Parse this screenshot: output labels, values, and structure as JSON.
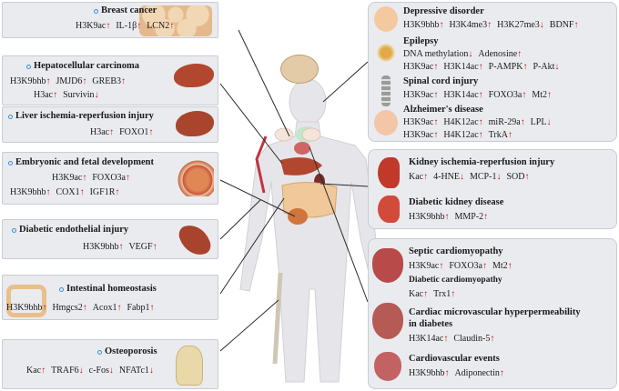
{
  "panels": {
    "breast_cancer": {
      "title": "Breast cancer",
      "lines": [
        [
          [
            "H3K9ac",
            "up"
          ],
          [
            "IL-1β",
            "up"
          ],
          [
            "LCN2",
            "up"
          ]
        ]
      ]
    },
    "hcc": {
      "title": "Hepatocellular carcinoma",
      "lines": [
        [
          [
            "H3K9bhb",
            "up"
          ],
          [
            "JMJD6",
            "up"
          ],
          [
            "GREB3",
            "up"
          ]
        ],
        [
          [
            "H3ac",
            "up"
          ],
          [
            "Survivin",
            "down"
          ]
        ]
      ]
    },
    "liver_iri": {
      "title": "Liver ischemia-reperfusion injury",
      "lines": [
        [
          [
            "H3ac",
            "up"
          ],
          [
            "FOXO1",
            "up"
          ]
        ]
      ]
    },
    "embryonic": {
      "title": "Embryonic and fetal development",
      "lines": [
        [
          [
            "H3K9ac",
            "up"
          ],
          [
            "FOXO3a",
            "up"
          ]
        ],
        [
          [
            "H3K9bhb",
            "up"
          ],
          [
            "COX1",
            "up"
          ],
          [
            "IGF1R",
            "up"
          ]
        ]
      ]
    },
    "diabetic_endo": {
      "title": "Diabetic endothelial injury",
      "lines": [
        [
          [
            "H3K9bhb",
            "up"
          ],
          [
            "VEGF",
            "up"
          ]
        ]
      ]
    },
    "intestinal": {
      "title": "Intestinal homeostasis",
      "lines": [
        [
          [
            "H3K9bhb",
            "up"
          ],
          [
            "Hmgcs2",
            "up"
          ],
          [
            "Acox1",
            "up"
          ],
          [
            "Fabp1",
            "up"
          ]
        ]
      ]
    },
    "osteoporosis": {
      "title": "Osteoporosis",
      "lines": [
        [
          [
            "Kac",
            "up"
          ],
          [
            "TRAF6",
            "down"
          ],
          [
            "c-Fos",
            "down"
          ],
          [
            "NFATc1",
            "down"
          ]
        ]
      ]
    },
    "depressive": {
      "title": "Depressive disorder",
      "lines": [
        [
          [
            "H3K9bhb",
            "up"
          ],
          [
            "H3K4me3",
            "up"
          ],
          [
            "H3K27me3",
            "down"
          ],
          [
            "BDNF",
            "up"
          ]
        ]
      ]
    },
    "epilepsy": {
      "title": "Epilepsy",
      "lines": [
        [
          [
            "DNA methylation",
            "down"
          ],
          [
            "Adenosine",
            "up"
          ]
        ],
        [
          [
            "H3K9ac",
            "up"
          ],
          [
            "H3K14ac",
            "up"
          ],
          [
            "P-AMPK",
            "up"
          ],
          [
            "P-Akt",
            "down"
          ]
        ]
      ]
    },
    "spinal": {
      "title": "Spinal cord injury",
      "lines": [
        [
          [
            "H3K9ac",
            "up"
          ],
          [
            "H3K14ac",
            "up"
          ],
          [
            "FOXO3a",
            "up"
          ],
          [
            "Mt2",
            "up"
          ]
        ]
      ]
    },
    "alzheimer": {
      "title": "Alzheimer's disease",
      "lines": [
        [
          [
            "H3K9ac",
            "up"
          ],
          [
            "H4K12ac",
            "up"
          ],
          [
            "miR-29a",
            "up"
          ],
          [
            "LPL",
            "down"
          ]
        ],
        [
          [
            "H3K9ac",
            "up"
          ],
          [
            "H4K12ac",
            "up"
          ],
          [
            "TrkA",
            "up"
          ]
        ]
      ]
    },
    "kidney_iri": {
      "title": "Kidney ischemia-reperfusion injury",
      "lines": [
        [
          [
            "Kac",
            "up"
          ],
          [
            "4-HNE",
            "down"
          ],
          [
            "MCP-1",
            "down"
          ],
          [
            "SOD",
            "up"
          ]
        ]
      ]
    },
    "diabetic_kidney": {
      "title": "Diabetic kidney disease",
      "lines": [
        [
          [
            "H3K9bhb",
            "up"
          ],
          [
            "MMP-2",
            "up"
          ]
        ]
      ]
    },
    "septic": {
      "title": "Septic cardiomyopathy",
      "lines": [
        [
          [
            "H3K9ac",
            "up"
          ],
          [
            "FOXO3a",
            "up"
          ],
          [
            "Mt2",
            "up"
          ]
        ]
      ]
    },
    "diabetic_cardio": {
      "title": "Diabetic cardiomyopathy",
      "lines": [
        [
          [
            "Kac",
            "up"
          ],
          [
            "Trx1",
            "up"
          ]
        ]
      ]
    },
    "cardiac_micro": {
      "title": "Cardiac microvascular hyperpermeability in diabetes",
      "title_line1": "Cardiac microvascular hyperpermeability",
      "title_line2": "in diabetes",
      "lines": [
        [
          [
            "H3K14ac",
            "up"
          ],
          [
            "Claudin-5",
            "up"
          ]
        ]
      ]
    },
    "cardiovascular": {
      "title": "Cardiovascular events",
      "lines": [
        [
          [
            "H3K9bhb",
            "up"
          ],
          [
            "Adiponectin",
            "up"
          ]
        ]
      ]
    }
  },
  "arrow_glyphs": {
    "up": "↑",
    "down": "↓"
  },
  "colors": {
    "up_arrow": "#c8151b",
    "panel_bg": "#e9ebef",
    "bullet": "#3a8fd8",
    "body": "#e4e4e8",
    "organ_liver": "#b2462e",
    "kidney": "#c0392b"
  }
}
